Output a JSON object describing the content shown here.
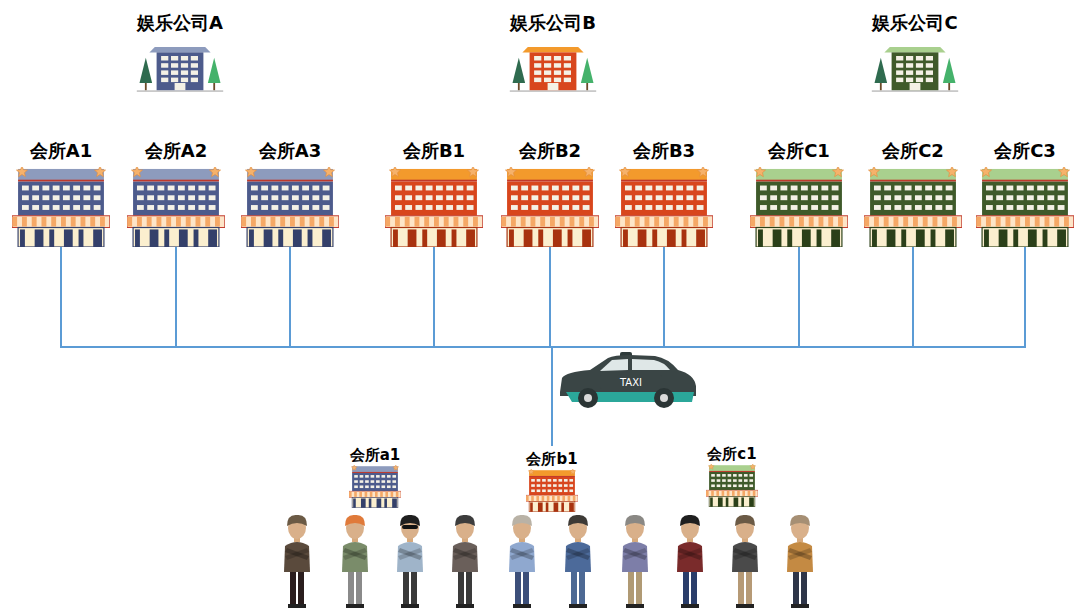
{
  "diagram": {
    "nodes": [
      {
        "text": [
          "娱乐公司A"
        ]
      },
      {
        "text": [
          "娱乐公司B"
        ]
      },
      {
        "text": [
          "娱乐公司C"
        ]
      },
      {
        "text": [
          "会所A1"
        ]
      },
      {
        "text": [
          "会所A2"
        ]
      },
      {
        "text": [
          "会所A3"
        ]
      },
      {
        "text": [
          "会所B1"
        ]
      },
      {
        "text": [
          "会所B2"
        ]
      },
      {
        "text": [
          "会所B3"
        ]
      },
      {
        "text": [
          "会所C1"
        ]
      },
      {
        "text": [
          "会所C2"
        ]
      },
      {
        "text": [
          "会所C3"
        ]
      },
      {
        "text": [
          "会所a1"
        ]
      },
      {
        "text": [
          "会所b1"
        ]
      },
      {
        "text": [
          "会所c1"
        ]
      }
    ],
    "edges": [
      {
        "from": 3,
        "to": 13,
        "arrow": "none"
      },
      {
        "from": 4,
        "to": 13,
        "arrow": "none"
      },
      {
        "from": 5,
        "to": 13,
        "arrow": "none"
      },
      {
        "from": 6,
        "to": 13,
        "arrow": "none"
      },
      {
        "from": 7,
        "to": 13,
        "arrow": "none"
      },
      {
        "from": 8,
        "to": 13,
        "arrow": "none"
      },
      {
        "from": 9,
        "to": 13,
        "arrow": "none"
      },
      {
        "from": 10,
        "to": 13,
        "arrow": "none"
      },
      {
        "from": 11,
        "to": 13,
        "arrow": "none"
      }
    ],
    "labels": [
      "TAXI"
    ]
  }
}
